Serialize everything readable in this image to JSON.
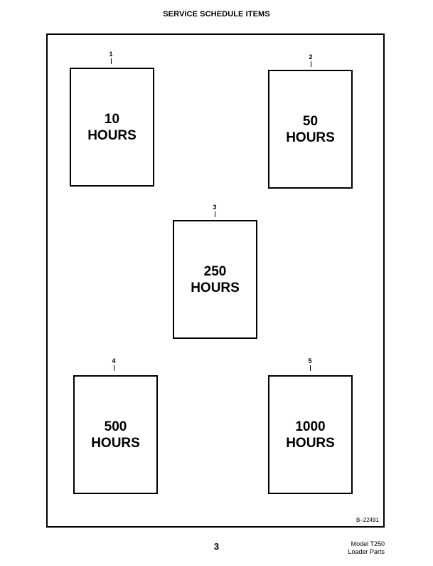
{
  "header": {
    "title": "SERVICE SCHEDULE ITEMS"
  },
  "items": [
    {
      "callout": "1",
      "value": "10",
      "unit": "HOURS"
    },
    {
      "callout": "2",
      "value": "50",
      "unit": "HOURS"
    },
    {
      "callout": "3",
      "value": "250",
      "unit": "HOURS"
    },
    {
      "callout": "4",
      "value": "500",
      "unit": "HOURS"
    },
    {
      "callout": "5",
      "value": "1000",
      "unit": "HOURS"
    }
  ],
  "figure": {
    "id": "B–22491"
  },
  "footer": {
    "page_number": "3",
    "model": "Model T250",
    "section": "Loader Parts"
  }
}
